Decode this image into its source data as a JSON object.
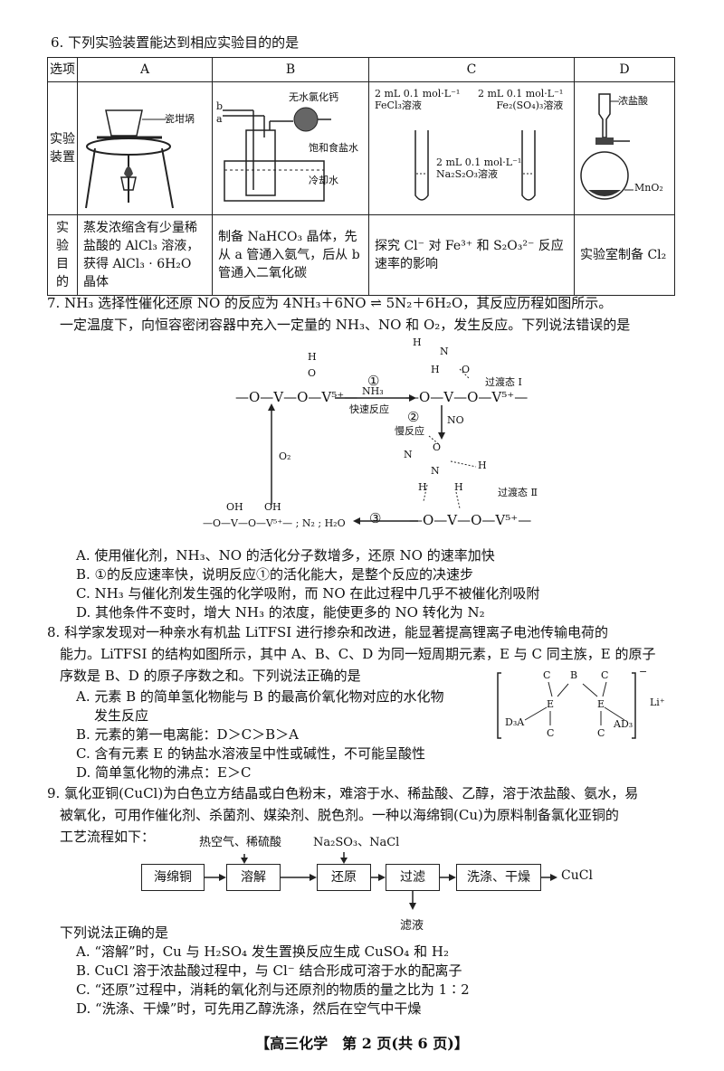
{
  "q6": {
    "stem": "6. 下列实验装置能达到相应实验目的的是",
    "header": [
      "选项",
      "A",
      "B",
      "C",
      "D"
    ],
    "row_device": "实验\n装置",
    "row_purpose": "实验\n目的",
    "a_label": "瓷坩埚",
    "b_labels": {
      "dry": "无水氯化钙",
      "sat": "饱和食盐水",
      "cold": "冷却水",
      "a": "a",
      "b": "b"
    },
    "c_labels": {
      "left": "2 mL 0.1 mol·L⁻¹\nFeCl₃溶液",
      "right": "2 mL 0.1 mol·L⁻¹\nFe₂(SO₄)₃溶液",
      "mid": "2 mL 0.1 mol·L⁻¹\nNa₂S₂O₃溶液"
    },
    "d_labels": {
      "acid": "浓盐酸",
      "mno2": "MnO₂"
    },
    "purpose_a": "蒸发浓缩含有少量稀盐酸的 AlCl₃ 溶液，获得 AlCl₃ · 6H₂O 晶体",
    "purpose_b": "制备 NaHCO₃ 晶体，先从 a 管通入氨气，后从 b 管通入二氧化碳",
    "purpose_c": "探究 Cl⁻ 对 Fe³⁺ 和 S₂O₃²⁻ 反应速率的影响",
    "purpose_d": "实验室制备 Cl₂"
  },
  "q7": {
    "stem1": "7. NH₃ 选择性催化还原 NO 的反应为 4NH₃＋6NO ⇌ 5N₂＋6H₂O，其反应历程如图所示。",
    "stem2": "一定温度下，向恒容密闭容器中充入一定量的 NH₃、NO 和 O₂，发生反应。下列说法错误的是",
    "diagram": {
      "step1": "①",
      "nh3": "NH₃",
      "fast": "快速反应",
      "step2": "②",
      "slow": "慢反应",
      "no": "NO",
      "step3": "③",
      "o2": "O₂",
      "ts1": "过渡态 Ⅰ",
      "ts2": "过渡态 Ⅱ",
      "chain_top": "—O—V—O—V⁵⁺—",
      "chain_bottom": "—O—V—O—V⁵⁺— ; N₂ ; H₂O",
      "h": "H",
      "n": "N",
      "o": "O",
      "oh": "OH"
    },
    "options": [
      "A. 使用催化剂，NH₃、NO 的活化分子数增多，还原 NO 的速率加快",
      "B. ①的反应速率快，说明反应①的活化能大，是整个反应的决速步",
      "C. NH₃ 与催化剂发生强的化学吸附，而 NO 在此过程中几乎不被催化剂吸附",
      "D. 其他条件不变时，增大 NH₃ 的浓度，能使更多的 NO 转化为 N₂"
    ]
  },
  "q8": {
    "stem1": "8. 科学家发现对一种亲水有机盐 LiTFSI 进行掺杂和改进，能显著提高锂离子电池传输电荷的",
    "stem2": "能力。LiTFSI 的结构如图所示，其中 A、B、C、D 为同一短周期元素，E 与 C 同主族，E 的原子",
    "stem3": "序数是 B、D 的原子序数之和。下列说法正确的是",
    "options": [
      "A. 元素 B 的简单氢化物能与 B 的最高价氧化物对应的水化物",
      "发生反应",
      "B. 元素的第一电离能：D＞C＞B＞A",
      "C. 含有元素 E 的钠盐水溶液呈中性或碱性，不可能呈酸性",
      "D. 简单氢化物的沸点：E＞C"
    ],
    "struct": {
      "c": "C",
      "b": "B",
      "e": "E",
      "d3a": "D₃A",
      "ad3": "AD₃",
      "li": "Li⁺",
      "minus": "−"
    }
  },
  "q9": {
    "stem1": "9. 氯化亚铜(CuCl)为白色立方结晶或白色粉末，难溶于水、稀盐酸、乙醇，溶于浓盐酸、氨水，易",
    "stem2": "被氧化，可用作催化剂、杀菌剂、媒染剂、脱色剂。一种以海绵铜(Cu)为原料制备氯化亚铜的",
    "stem3": "工艺流程如下：",
    "flow": {
      "in1": "热空气、稀硫酸",
      "in2": "Na₂SO₃、NaCl",
      "boxes": [
        "海绵铜",
        "溶解",
        "还原",
        "过滤",
        "洗涤、干燥"
      ],
      "product": "CuCl",
      "filtrate": "滤液"
    },
    "lead": "下列说法正确的是",
    "options": [
      "A. “溶解”时，Cu 与 H₂SO₄ 发生置换反应生成 CuSO₄ 和 H₂",
      "B. CuCl 溶于浓盐酸过程中，与 Cl⁻ 结合形成可溶于水的配离子",
      "C. “还原”过程中，消耗的氧化剂与还原剂的物质的量之比为 1∶2",
      "D. “洗涤、干燥”时，可先用乙醇洗涤，然后在空气中干燥"
    ]
  },
  "footer": "【高三化学　第 2 页(共 6 页)】"
}
